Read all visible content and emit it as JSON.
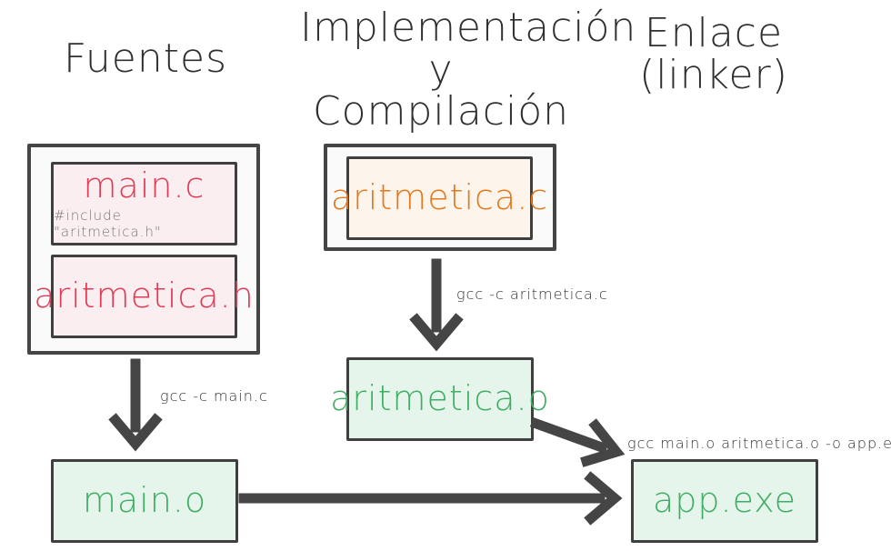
{
  "titles": {
    "sources": "Fuentes",
    "compile_line1": "Implementación",
    "compile_line2": "y Compilación",
    "link_line1": "Enlace",
    "link_line2": "(linker)"
  },
  "files": {
    "main_c": "main.c",
    "main_c_note": "#include \"aritmetica.h\"",
    "aritmetica_h": "aritmetica.h",
    "aritmetica_c": "aritmetica.c",
    "aritmetica_o": "aritmetica.o",
    "main_o": "main.o",
    "app_exe": "app.exe"
  },
  "commands": {
    "compile_aritmetica": "gcc -c aritmetica.c",
    "compile_main": "gcc -c main.c",
    "link": "gcc main.o aritmetica.o -o app.exe"
  },
  "colors": {
    "header_file": "#e03a55",
    "source_file": "#e3781c",
    "object_file": "#3fae62",
    "arrow": "#454545"
  }
}
